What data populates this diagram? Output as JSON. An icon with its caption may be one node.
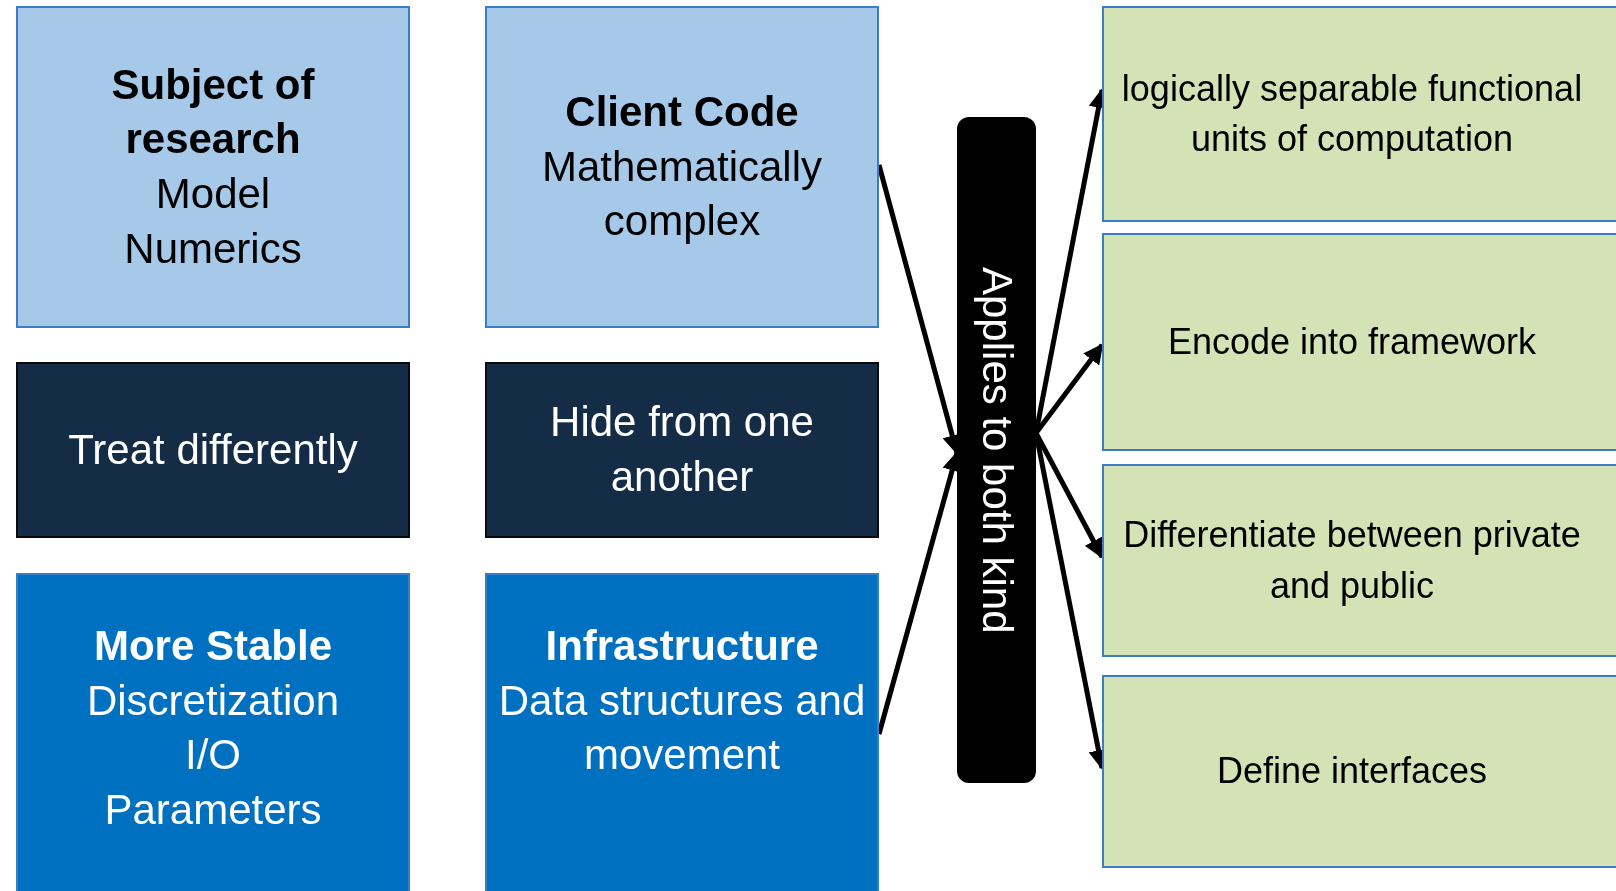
{
  "diagram": {
    "nodes": [
      {
        "text": [
          "Subject of research",
          "Model",
          "Numerics"
        ]
      },
      {
        "text": [
          "Client Code",
          "Mathematically complex"
        ]
      },
      {
        "text": [
          "Treat differently"
        ]
      },
      {
        "text": [
          "Hide from one another"
        ]
      },
      {
        "text": [
          "More Stable",
          "Discretization",
          "I/O",
          "Parameters"
        ]
      },
      {
        "text": [
          "Infrastructure",
          "Data structures and movement"
        ]
      },
      {
        "text": [
          "Applies to both kind"
        ]
      },
      {
        "text": [
          "logically separable functional units of computation"
        ]
      },
      {
        "text": [
          "Encode into framework"
        ]
      },
      {
        "text": [
          "Differentiate between private and public"
        ]
      },
      {
        "text": [
          "Define interfaces"
        ]
      }
    ],
    "edges": [
      {
        "from": 1,
        "to": 6,
        "arrow": "to"
      },
      {
        "from": 5,
        "to": 6,
        "arrow": "to"
      },
      {
        "from": 6,
        "to": 7,
        "arrow": "to"
      },
      {
        "from": 6,
        "to": 8,
        "arrow": "to"
      },
      {
        "from": 6,
        "to": 9,
        "arrow": "to"
      },
      {
        "from": 6,
        "to": 10,
        "arrow": "to"
      }
    ]
  }
}
